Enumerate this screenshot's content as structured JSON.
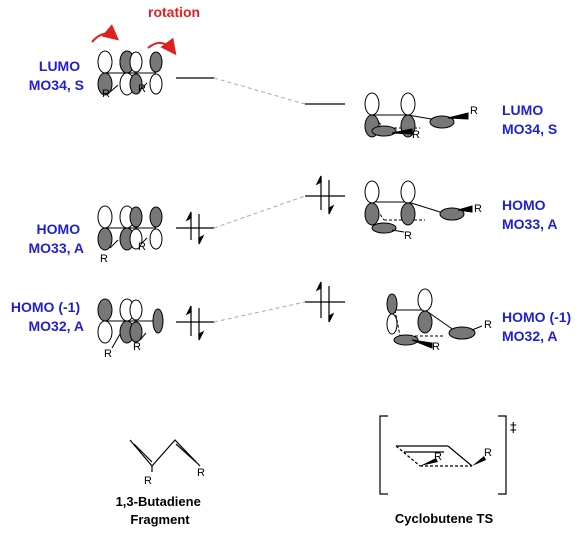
{
  "colors": {
    "label": "#1f1fd6",
    "arrow": "#e02020",
    "lobe": "#7a7a7a",
    "line": "#000000",
    "dash": "#aaaaaa"
  },
  "annotation": {
    "rotation": "rotation"
  },
  "left_labels": {
    "lumo": [
      "LUMO",
      "MO34, S"
    ],
    "homo": [
      "HOMO",
      "MO33, A"
    ],
    "homo1": [
      "HOMO (-1)",
      "MO32, A"
    ]
  },
  "right_labels": {
    "lumo": [
      "LUMO",
      "MO34, S"
    ],
    "homo": [
      "HOMO",
      "MO33, A"
    ],
    "homo1": [
      "HOMO (-1)",
      "MO32, A"
    ]
  },
  "substituent": "R",
  "dagger": "‡",
  "captions": {
    "butadiene": [
      "1,3-Butadiene",
      "Fragment"
    ],
    "ts": "Cyclobutene TS"
  }
}
